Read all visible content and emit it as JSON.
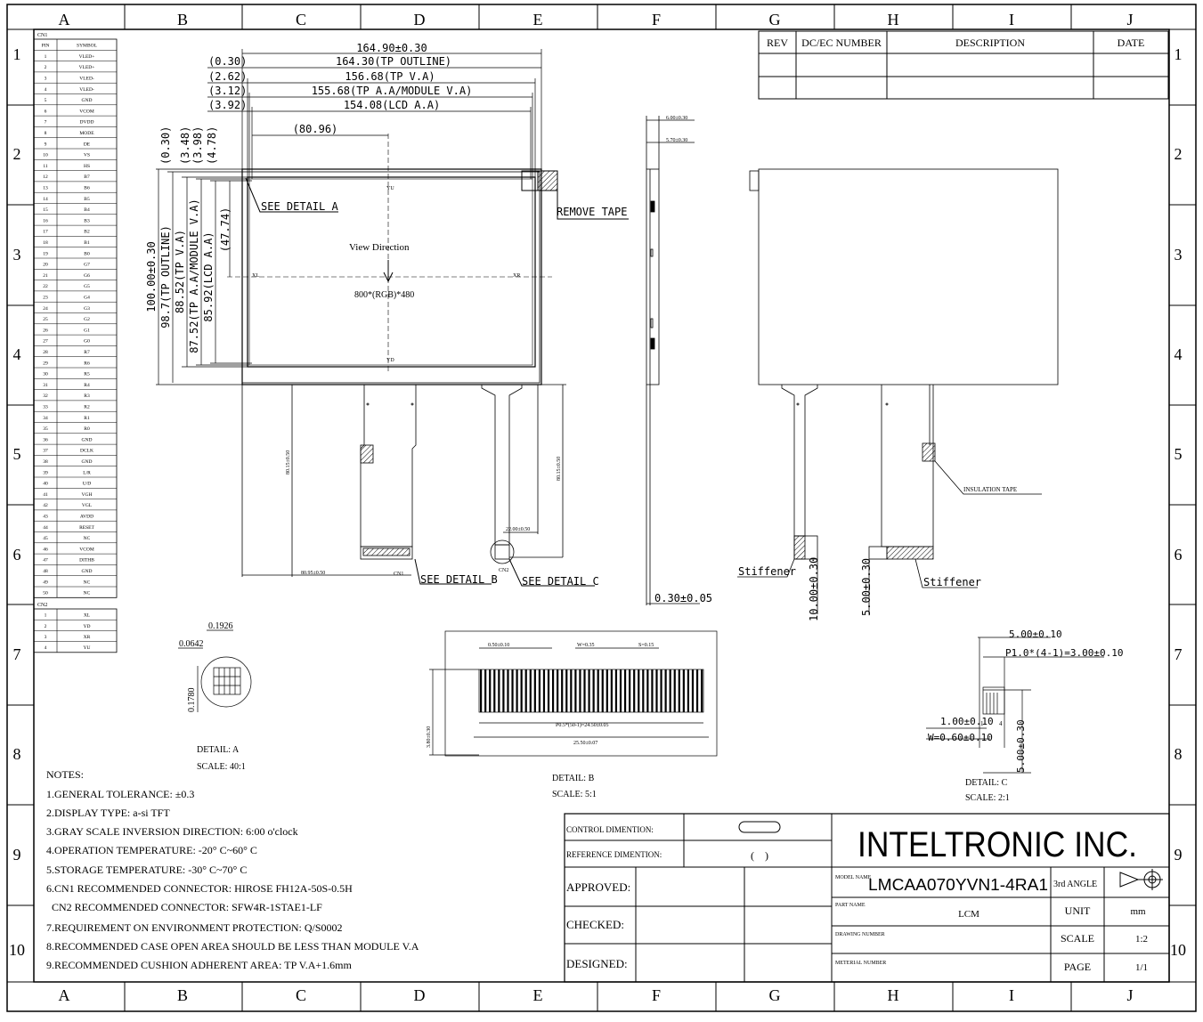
{
  "frame": {
    "columns": [
      "A",
      "B",
      "C",
      "D",
      "E",
      "F",
      "G",
      "H",
      "I",
      "J"
    ],
    "rows": [
      "1",
      "2",
      "3",
      "4",
      "5",
      "6",
      "7",
      "8",
      "9",
      "10"
    ]
  },
  "cn1": {
    "title": "CN1",
    "headers": [
      "PIN",
      "SYMBOL"
    ],
    "pins": [
      [
        "1",
        "VLED+"
      ],
      [
        "2",
        "VLED+"
      ],
      [
        "3",
        "VLED-"
      ],
      [
        "4",
        "VLED-"
      ],
      [
        "5",
        "GND"
      ],
      [
        "6",
        "VCOM"
      ],
      [
        "7",
        "DVDD"
      ],
      [
        "8",
        "MODE"
      ],
      [
        "9",
        "DE"
      ],
      [
        "10",
        "VS"
      ],
      [
        "11",
        "HS"
      ],
      [
        "12",
        "B7"
      ],
      [
        "13",
        "B6"
      ],
      [
        "14",
        "B5"
      ],
      [
        "15",
        "B4"
      ],
      [
        "16",
        "B3"
      ],
      [
        "17",
        "B2"
      ],
      [
        "18",
        "B1"
      ],
      [
        "19",
        "B0"
      ],
      [
        "20",
        "G7"
      ],
      [
        "21",
        "G6"
      ],
      [
        "22",
        "G5"
      ],
      [
        "23",
        "G4"
      ],
      [
        "24",
        "G3"
      ],
      [
        "25",
        "G2"
      ],
      [
        "26",
        "G1"
      ],
      [
        "27",
        "G0"
      ],
      [
        "28",
        "R7"
      ],
      [
        "29",
        "R6"
      ],
      [
        "30",
        "R5"
      ],
      [
        "31",
        "R4"
      ],
      [
        "32",
        "R3"
      ],
      [
        "33",
        "R2"
      ],
      [
        "34",
        "R1"
      ],
      [
        "35",
        "R0"
      ],
      [
        "36",
        "GND"
      ],
      [
        "37",
        "DCLK"
      ],
      [
        "38",
        "GND"
      ],
      [
        "39",
        "L/R"
      ],
      [
        "40",
        "U/D"
      ],
      [
        "41",
        "VGH"
      ],
      [
        "42",
        "VGL"
      ],
      [
        "43",
        "AVDD"
      ],
      [
        "44",
        "RESET"
      ],
      [
        "45",
        "NC"
      ],
      [
        "46",
        "VCOM"
      ],
      [
        "47",
        "DITHB"
      ],
      [
        "48",
        "GND"
      ],
      [
        "49",
        "NC"
      ],
      [
        "50",
        "NC"
      ]
    ]
  },
  "cn2": {
    "title": "CN2",
    "pins": [
      [
        "1",
        "XL"
      ],
      [
        "2",
        "YD"
      ],
      [
        "3",
        "XR"
      ],
      [
        "4",
        "YU"
      ]
    ]
  },
  "revision_table": {
    "headers": [
      "REV",
      "DC/EC NUMBER",
      "DESCRIPTION",
      "DATE"
    ]
  },
  "front_view": {
    "dims_h": [
      "164.90±0.30",
      "(0.30)",
      "164.30(TP OUTLINE)",
      "(2.62)",
      "156.68(TP V.A)",
      "(3.12)",
      "155.68(TP A.A/MODULE V.A)",
      "(3.92)",
      "154.08(LCD A.A)",
      "(80.96)"
    ],
    "dims_v": [
      "(0.30)",
      "(3.48)",
      "(3.98)",
      "(4.78)",
      "100.00±0.30",
      "98.7(TP OUTLINE)",
      "88.52(TP V.A)",
      "87.52(TP A.A/MODULE V.A)",
      "85.92(LCD A.A)",
      "(47.74)"
    ],
    "labels": {
      "detail_a": "SEE DETAIL A",
      "remove_tape": "REMOVE TAPE",
      "view_direction": "View Direction",
      "resolution": "800*(RGB)*480",
      "yu": "YU",
      "yd": "YD",
      "xl": "XL",
      "xr": "XR",
      "fpc_len1": "80.15±0.50",
      "fpc_len2": "80.15±0.50",
      "fpc_off": "80.95±0.50",
      "fpc_width": "22.00±0.50",
      "cn1": "CN1",
      "cn2": "CN2",
      "detail_b": "SEE DETAIL B",
      "detail_c": "SEE DETAIL C"
    }
  },
  "side_view": {
    "dims": [
      "6.00±0.30",
      "5.70±0.30",
      "0.30±0.05"
    ]
  },
  "back_view": {
    "labels": [
      "INSULATION TAPE",
      "Stiffener",
      "Stiffener",
      "10.00±0.30",
      "5.00±0.30"
    ]
  },
  "detail_a": {
    "dims": [
      "0.1926",
      "0.0642",
      "0.1780"
    ],
    "title": "DETAIL: A",
    "scale": "SCALE: 40:1"
  },
  "detail_b": {
    "dims": [
      "0.50±0.10",
      "W=0.35",
      "S=0.15",
      "P0.5*(50-1)=24.50±0.05",
      "25.50±0.07",
      "3.80±0.30"
    ],
    "title": "DETAIL: B",
    "scale": "SCALE: 5:1"
  },
  "detail_c": {
    "dims": [
      "5.00±0.10",
      "P1.0*(4-1)=3.00±0.10",
      "1.00±0.10",
      "W=0.60±0.10",
      "5.00±0.30",
      "1",
      "4"
    ],
    "title": "DETAIL: C",
    "scale": "SCALE: 2:1"
  },
  "notes": {
    "title": "NOTES:",
    "items": [
      "1.GENERAL TOLERANCE: ±0.3",
      "2.DISPLAY TYPE: a-si TFT",
      "3.GRAY SCALE INVERSION DIRECTION: 6:00 o'clock",
      "4.OPERATION TEMPERATURE: -20° C~60° C",
      "5.STORAGE TEMPERATURE: -30° C~70° C",
      "6.CN1 RECOMMENDED CONNECTOR: HIROSE FH12A-50S-0.5H",
      "  CN2 RECOMMENDED CONNECTOR: SFW4R-1STAE1-LF",
      "7.REQUIREMENT ON ENVIRONMENT PROTECTION: Q/S0002",
      "8.RECOMMENDED CASE OPEN AREA SHOULD BE LESS THAN MODULE V.A",
      "9.RECOMMENDED CUSHION ADHERENT AREA: TP V.A+1.6mm"
    ]
  },
  "title_block": {
    "control_dim": "CONTROL DIMENTION:",
    "reference_dim": "REFERENCE DIMENTION:",
    "ref_symbol": "(    )",
    "approved": "APPROVED:",
    "checked": "CHECKED:",
    "designed": "DESIGNED:",
    "company": "INTELTRONIC INC.",
    "model_label": "MODEL NAME",
    "model": "LMCAA070YVN1-4RA1",
    "angle": "3rd ANGLE",
    "part_label": "PART NAME",
    "part": "LCM",
    "unit_label": "UNIT",
    "unit": "mm",
    "drawing_label": "DRAWING NUMBER",
    "scale_label": "SCALE",
    "scale": "1:2",
    "material_label": "METERIAL NUMBER",
    "page_label": "PAGE",
    "page": "1/1"
  }
}
